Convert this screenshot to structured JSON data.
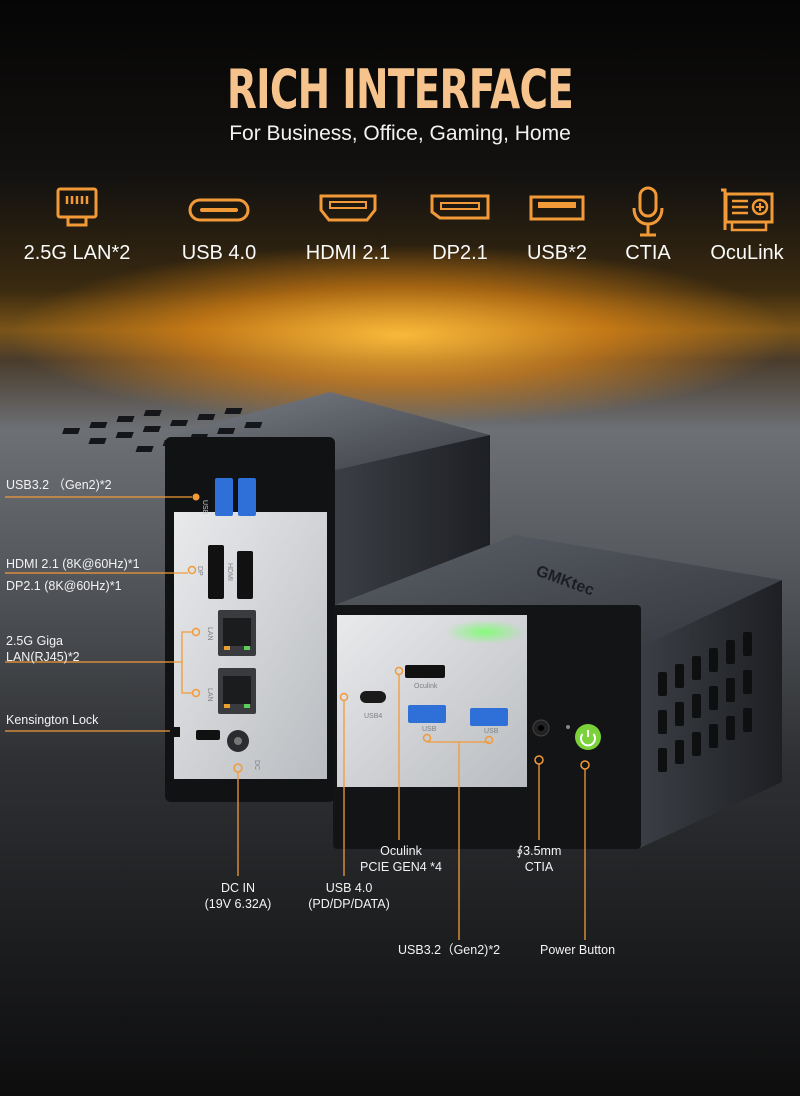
{
  "header": {
    "title": "RICH INTERFACE",
    "subtitle": "For Business, Office, Gaming, Home"
  },
  "features": [
    {
      "label": "2.5G LAN*2",
      "icon": "ethernet-port-icon"
    },
    {
      "label": "USB 4.0",
      "icon": "usb-c-port-icon"
    },
    {
      "label": "HDMI 2.1",
      "icon": "hdmi-port-icon"
    },
    {
      "label": "DP2.1",
      "icon": "displayport-icon"
    },
    {
      "label": "USB*2",
      "icon": "usb-a-port-icon"
    },
    {
      "label": "CTIA",
      "icon": "microphone-icon"
    },
    {
      "label": "OcuLink",
      "icon": "oculink-card-icon"
    }
  ],
  "rear_callouts": {
    "usb32": "USB3.2 （Gen2)*2",
    "hdmi": "HDMI 2.1 (8K@60Hz)*1",
    "dp": "DP2.1 (8K@60Hz)*1",
    "lan_line1": "2.5G Giga",
    "lan_line2": "LAN(RJ45)*2",
    "kensington": "Kensington Lock",
    "dcin_line1": "DC IN",
    "dcin_line2": "(19V 6.32A)"
  },
  "front_callouts": {
    "usb4_line1": "USB 4.0",
    "usb4_line2": "(PD/DP/DATA)",
    "oculink_line1": "Oculink",
    "oculink_line2": "PCIE GEN4 *4",
    "audio_line1": "∮3.5mm",
    "audio_line2": "CTIA",
    "usb32": "USB3.2（Gen2)*2",
    "power": "Power Button"
  },
  "product": {
    "brand": "GMKtec",
    "port_labels": {
      "usb": "USB",
      "dp": "DP",
      "hdmi": "HDMI",
      "lan": "LAN",
      "dc": "DC",
      "usb4": "USB4",
      "oculink": "Oculink"
    }
  },
  "colors": {
    "accent": "#f29a38",
    "title": "#f6c38d",
    "power_led": "#7bd13a"
  }
}
